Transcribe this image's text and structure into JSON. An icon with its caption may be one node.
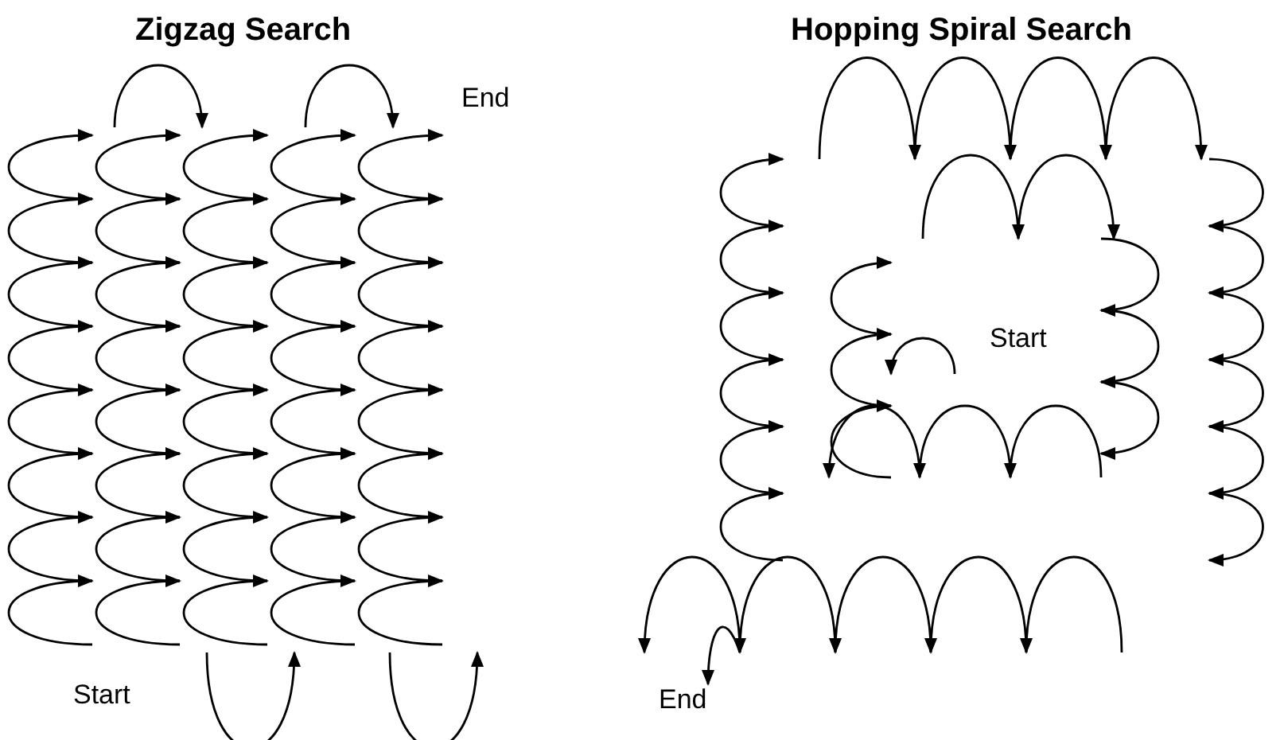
{
  "diagram": {
    "labels": [
      "Zigzag Search",
      "Hopping Spiral Search",
      "End",
      "Start",
      "Start",
      "End"
    ]
  }
}
